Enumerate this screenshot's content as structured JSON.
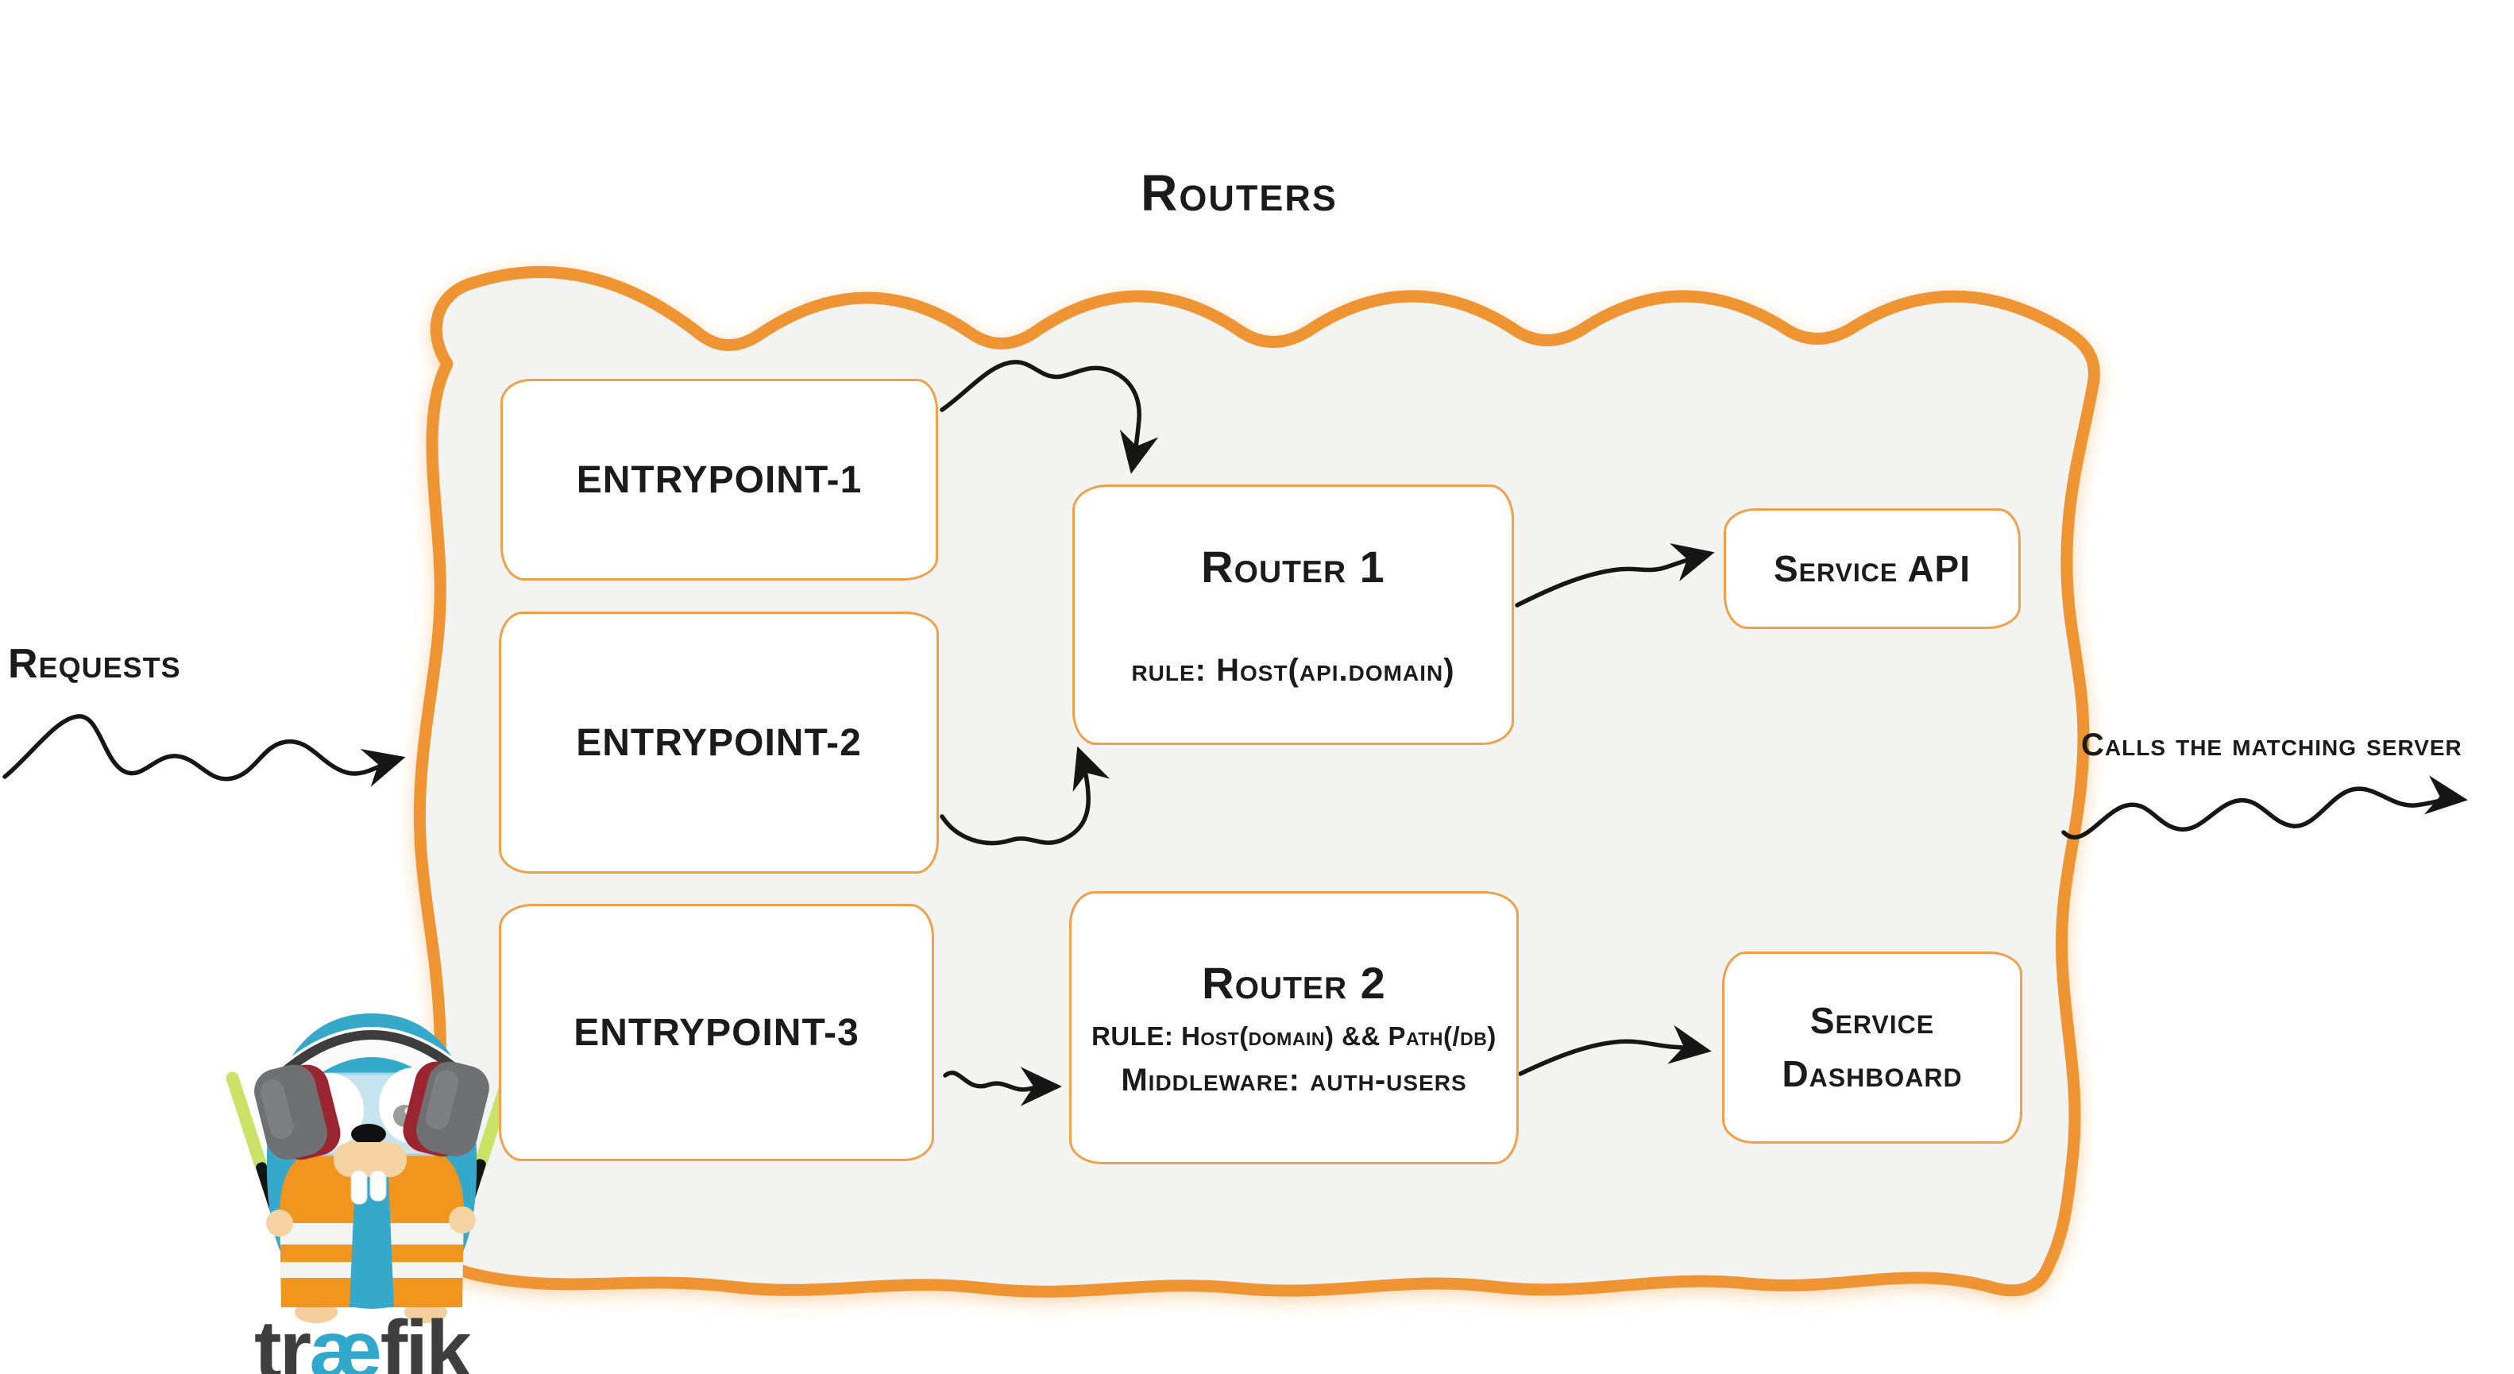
{
  "title": "Routers",
  "labels": {
    "requests": "Requests",
    "calls": "Calls the matching server"
  },
  "entrypoints": [
    {
      "id": "entrypoint-1",
      "label": "ENTRYPOINT-1"
    },
    {
      "id": "entrypoint-2",
      "label": "ENTRYPOINT-2"
    },
    {
      "id": "entrypoint-3",
      "label": "ENTRYPOINT-3"
    }
  ],
  "routers": [
    {
      "name": "Router 1",
      "rule": "rule: Host(api.domain)"
    },
    {
      "name": "Router 2",
      "rule": "RULE: Host(domain) && Path(/db)",
      "middleware": "Middleware: auth-users"
    }
  ],
  "services": [
    {
      "label": "Service API"
    },
    {
      "line1": "Service",
      "line2": "Dashboard"
    }
  ],
  "logo": {
    "mascot": "traefik-gopher",
    "wordmark": {
      "start": "tr",
      "ae": "æ",
      "end": "fik"
    }
  },
  "colors": {
    "container_border": "#EF9433",
    "box_border": "#F0A04B",
    "container_fill": "#F3F3F1",
    "arrow": "#161616",
    "brand_blue": "#36A9CB",
    "vest_orange": "#F0961F",
    "wand_green": "#CBE268",
    "wordmark_gray": "#3E3E3E",
    "wordmark_blue": "#2FA8CC"
  }
}
